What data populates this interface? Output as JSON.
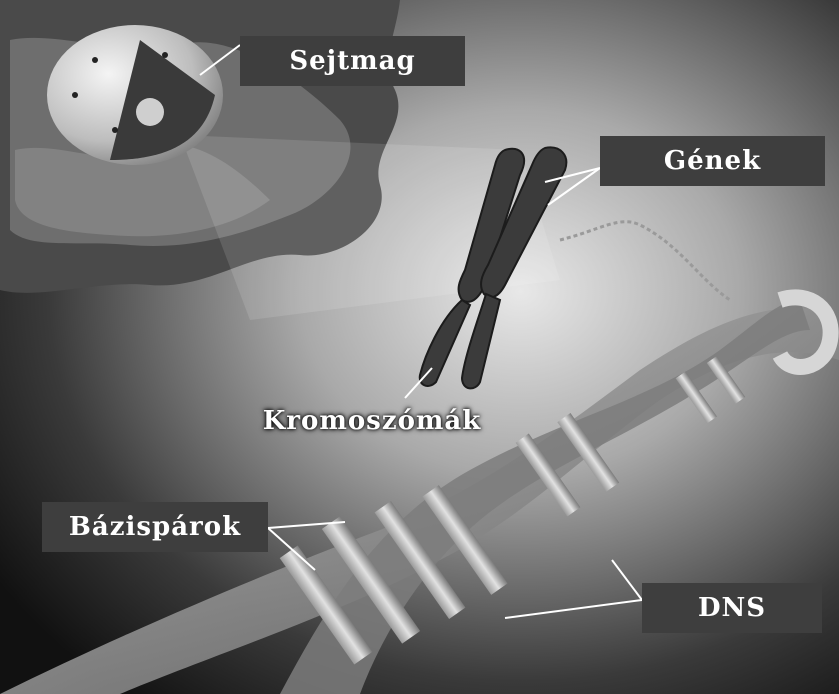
{
  "labels": {
    "nucleus": "Sejtmag",
    "genes": "Gének",
    "chromosomes": "Kromoszómák",
    "base_pairs": "Bázispárok",
    "dna": "DNS"
  },
  "colors": {
    "label_background": "#3e3e3e",
    "label_text": "#ffffff",
    "leader_line": "#ffffff"
  }
}
